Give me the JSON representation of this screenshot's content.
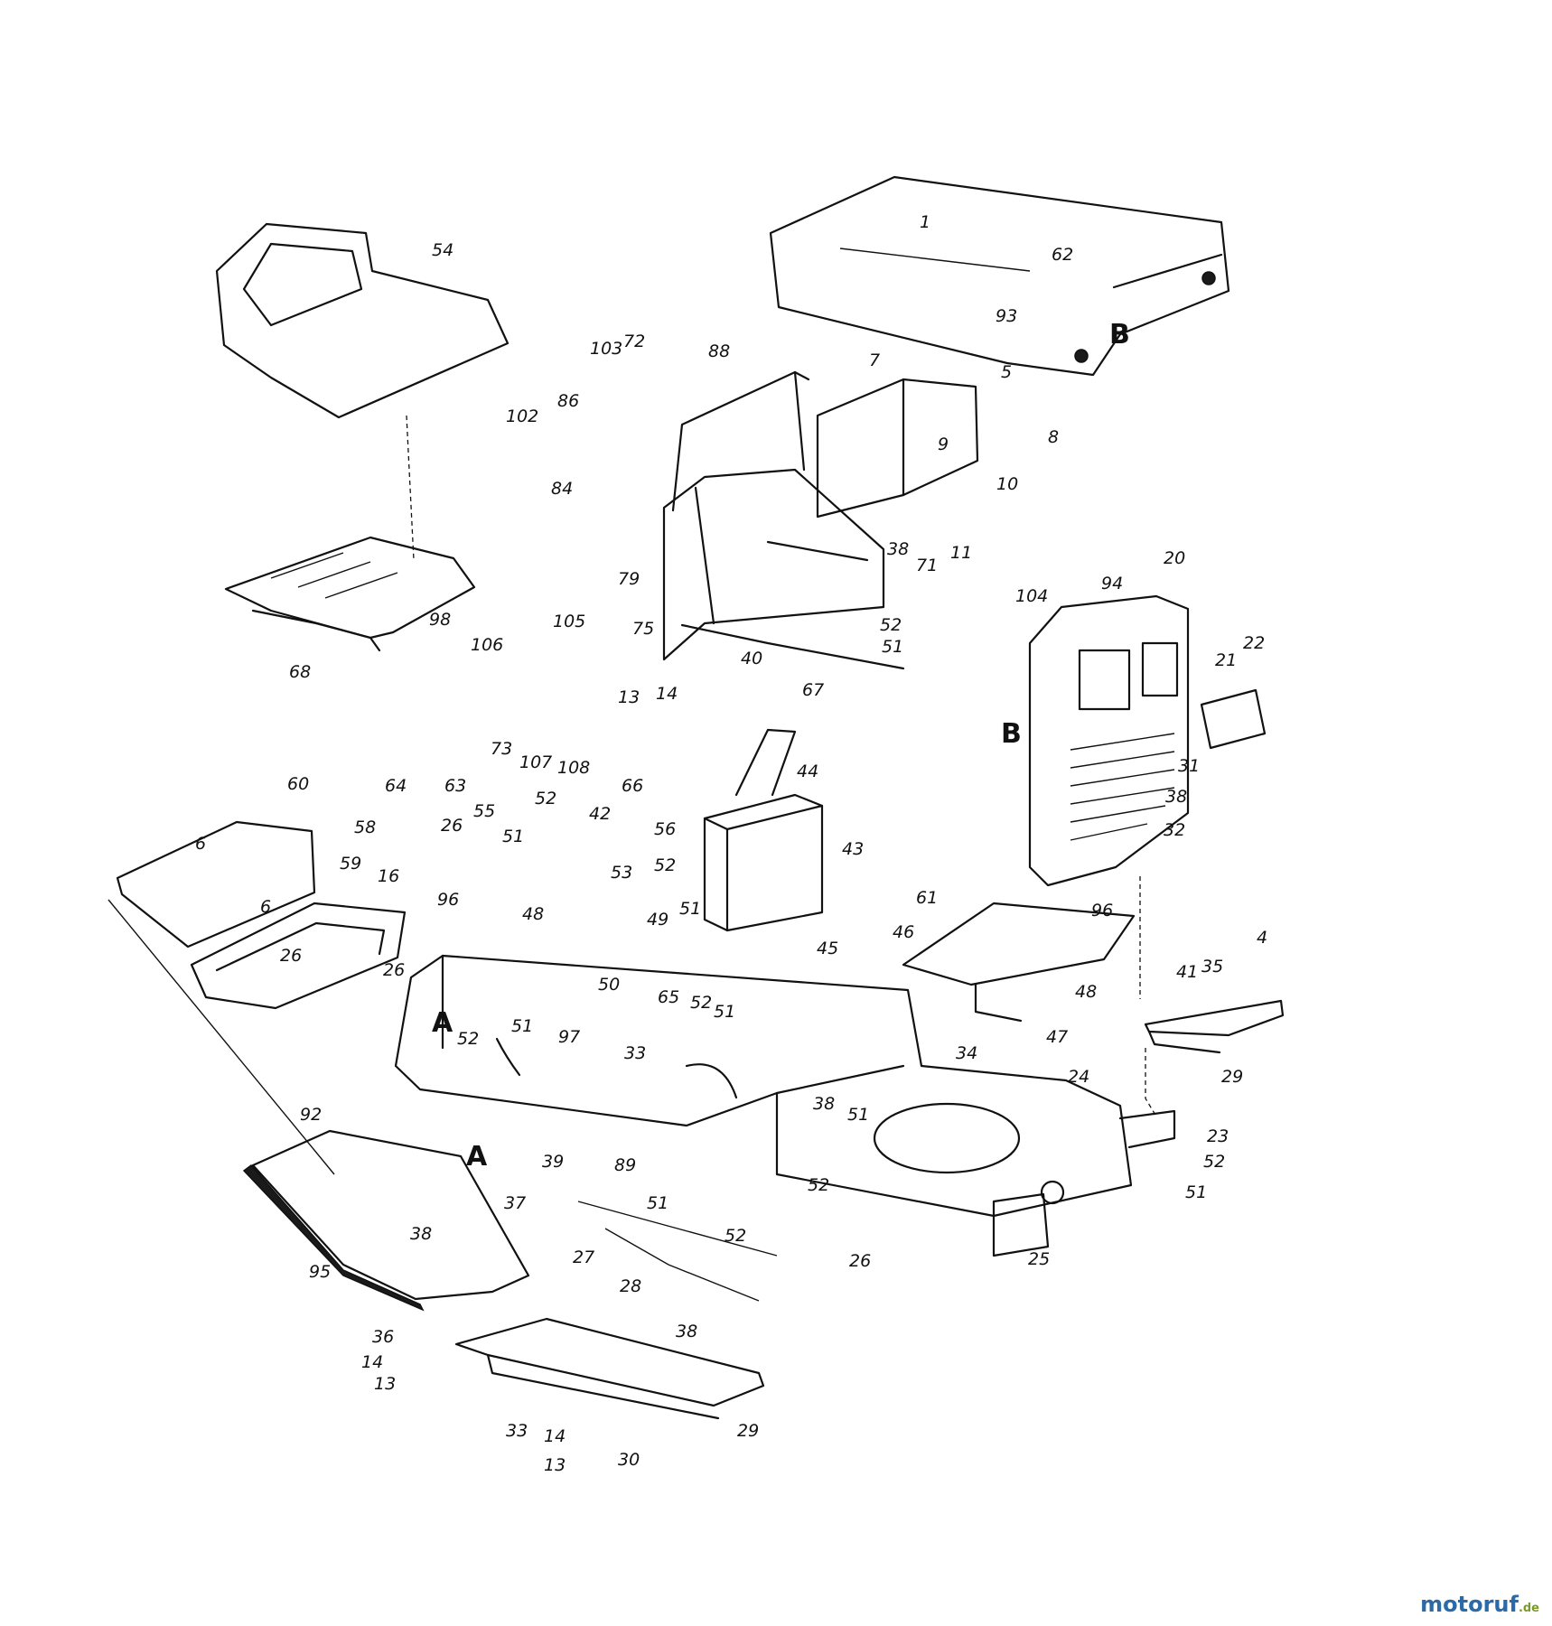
{
  "diagram": {
    "callouts": [
      "1",
      "54",
      "62",
      "93",
      "7",
      "5",
      "8",
      "9",
      "103",
      "72",
      "88",
      "86",
      "102",
      "84",
      "79",
      "10",
      "11",
      "38",
      "71",
      "75",
      "40",
      "13",
      "14",
      "52",
      "51",
      "67",
      "68",
      "98",
      "106",
      "105",
      "73",
      "107",
      "108",
      "20",
      "104",
      "94",
      "21",
      "22",
      "31",
      "32",
      "44",
      "43",
      "64",
      "63",
      "60",
      "58",
      "26",
      "55",
      "66",
      "56",
      "42",
      "53",
      "16",
      "96",
      "48",
      "49",
      "65",
      "50",
      "97",
      "33",
      "59",
      "6",
      "45",
      "61",
      "46",
      "47",
      "4",
      "41",
      "35",
      "29",
      "34",
      "24",
      "23",
      "92",
      "37",
      "95",
      "27",
      "39",
      "89",
      "28",
      "36",
      "25",
      "30"
    ],
    "section_markers": [
      "A",
      "B"
    ]
  },
  "watermark": {
    "brand": "motoruf",
    "tld": ".de"
  }
}
